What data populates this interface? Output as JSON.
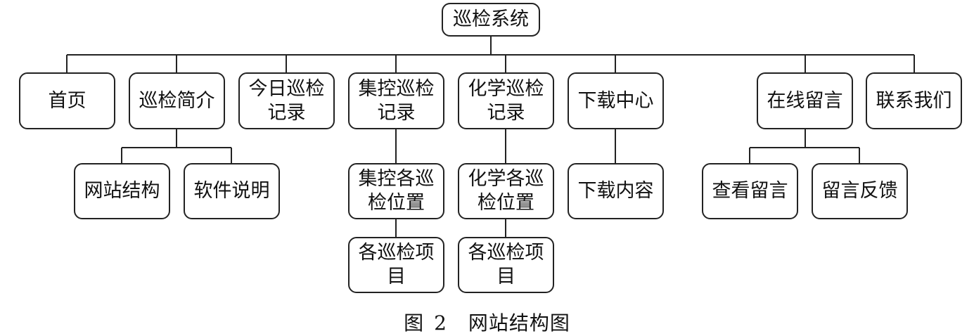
{
  "root": "巡检系统",
  "level1": [
    "首页",
    "巡检简介",
    "今日巡检记录",
    "集控巡检记录",
    "化学巡检记录",
    "下载中心",
    "在线留言",
    "联系我们"
  ],
  "intro_children": [
    "网站结构",
    "软件说明"
  ],
  "jikong_children": [
    "集控各巡检位置",
    "各巡检项目"
  ],
  "huaxue_children": [
    "化学各巡检位置",
    "各巡检项目"
  ],
  "download_children": [
    "下载内容"
  ],
  "message_children": [
    "查看留言",
    "留言反馈"
  ],
  "caption": {
    "label": "图",
    "number": "2",
    "title": "网站结构图"
  }
}
